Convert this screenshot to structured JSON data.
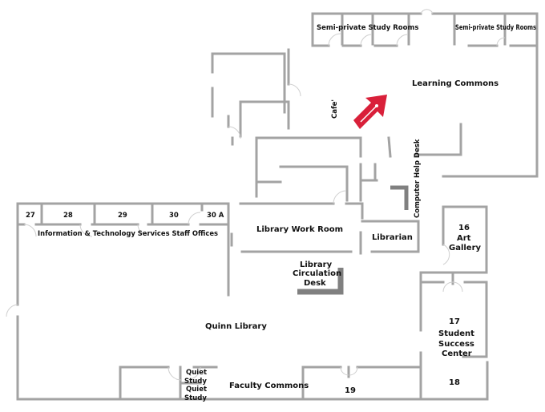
{
  "map": {
    "rooms": {
      "semi_private_1": "Semi-private Study Rooms",
      "semi_private_2": "Semi-private Study Rooms",
      "learning_commons": "Learning Commons",
      "cafe": "Cafe'",
      "computer_help_desk": "Computer Help Desk",
      "room_27": "27",
      "room_28": "28",
      "room_29": "29",
      "room_30": "30",
      "room_30a": "30 A",
      "its_offices": "Information & Technology Services Staff Offices",
      "library_work_room": "Library Work Room",
      "librarian": "Librarian",
      "art_gallery_number": "16",
      "art_gallery_line1": "Art",
      "art_gallery_line2": "Gallery",
      "circulation_line1": "Library",
      "circulation_line2": "Circulation",
      "circulation_line3": "Desk",
      "quinn_library": "Quinn Library",
      "ssc_number": "17",
      "ssc_line1": "Student",
      "ssc_line2": "Success",
      "ssc_line3": "Center",
      "room_18": "18",
      "room_19": "19",
      "faculty_commons": "Faculty Commons",
      "quiet_study_1_line1": "Quiet",
      "quiet_study_1_line2": "Study",
      "quiet_study_2_line1": "Quiet",
      "quiet_study_2_line2": "Study"
    },
    "you_are_here_color": "#d9203a",
    "wall_color": "#a3a3a3",
    "desk_color": "#808080"
  }
}
